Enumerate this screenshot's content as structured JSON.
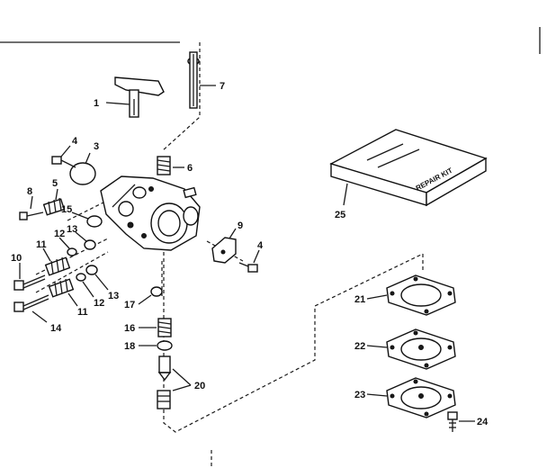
{
  "labels": {
    "p1": "1",
    "p3": "3",
    "p4a": "4",
    "p4b": "4",
    "p5": "5",
    "p6": "6",
    "p7": "7",
    "p8": "8",
    "p9": "9",
    "p10": "10",
    "p11a": "11",
    "p11b": "11",
    "p12a": "12",
    "p12b": "12",
    "p13a": "13",
    "p13b": "13",
    "p14": "14",
    "p15": "15",
    "p16": "16",
    "p17": "17",
    "p18": "18",
    "p20": "20",
    "p21": "21",
    "p22": "22",
    "p23": "23",
    "p24": "24",
    "p25": "25"
  },
  "kit_text": "REPAIR KIT",
  "colors": {
    "ink": "#111111",
    "paper": "#ffffff"
  }
}
